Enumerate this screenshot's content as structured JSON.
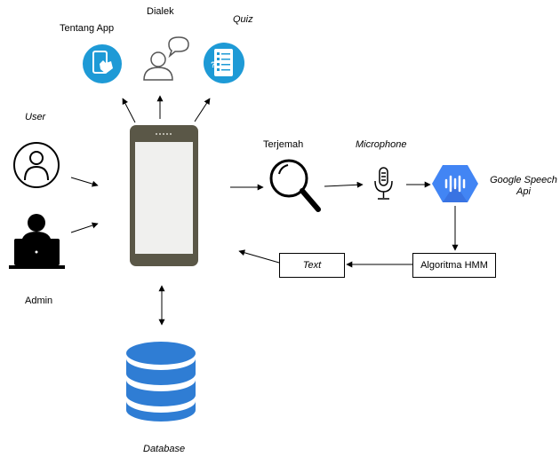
{
  "labels": {
    "tentang_app": "Tentang App",
    "dialek": "Dialek",
    "quiz": "Quiz",
    "user": "User",
    "admin": "Admin",
    "terjemah": "Terjemah",
    "microphone": "Microphone",
    "google_speech": "Google Speech",
    "google_speech_api": "Api",
    "database": "Database"
  },
  "boxes": {
    "text": "Text",
    "algoritma": "Algoritma HMM"
  },
  "colors": {
    "icon_blue": "#1e9ad6",
    "google_blue": "#4285f4",
    "database_blue": "#2f7dd4",
    "phone_frame": "#5a5747",
    "phone_screen": "#f0f0ee"
  },
  "icons": [
    "tentang-app-icon",
    "dialek-icon",
    "quiz-icon",
    "user-icon",
    "admin-icon",
    "search-icon",
    "microphone-icon",
    "google-speech-icon",
    "database-icon"
  ]
}
